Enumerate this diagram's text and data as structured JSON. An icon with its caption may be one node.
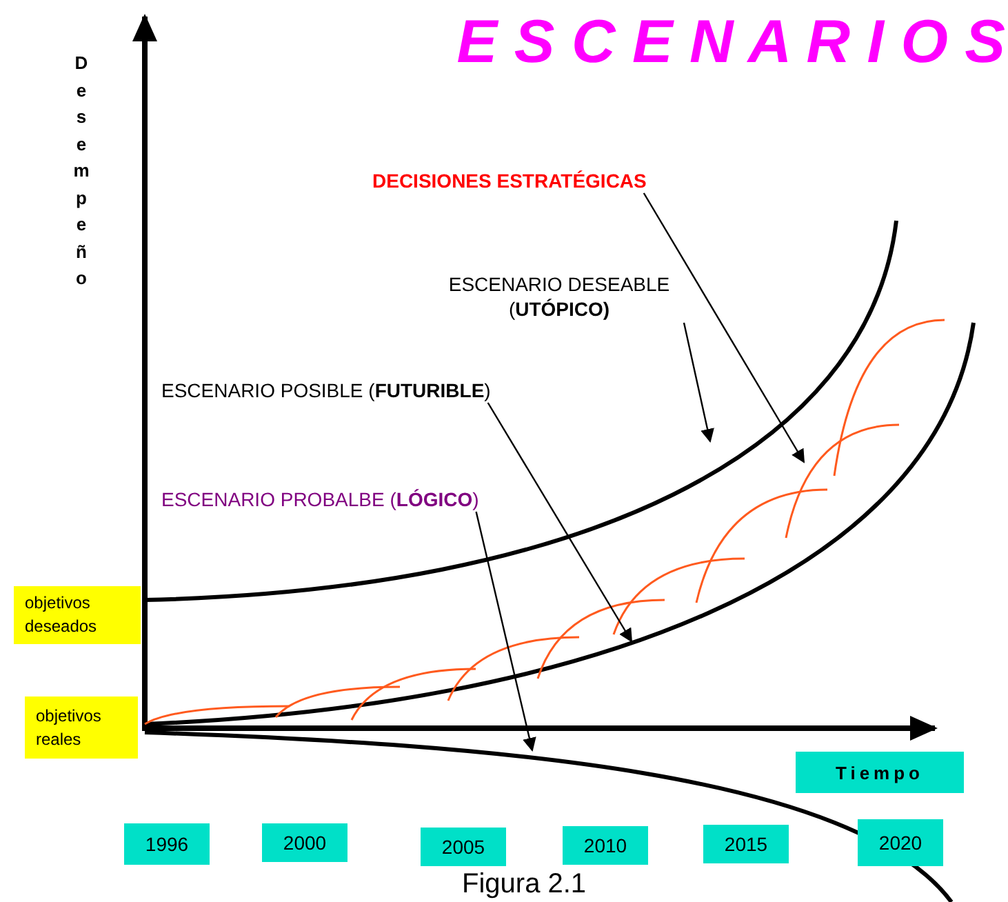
{
  "diagram": {
    "title": "E S C E N A R I O S",
    "caption": "Figura 2.1",
    "nodes": [
      {
        "text": [
          "DECISIONES ESTRATÉGICAS"
        ]
      },
      {
        "text": [
          "ESCENARIO DESEABLE (**UTÓPICO)**"
        ]
      },
      {
        "text": [
          "ESCENARIO POSIBLE (**FUTURIBLE**)"
        ]
      },
      {
        "text": [
          "ESCENARIO PROBALBE (**LÓGICO**)"
        ]
      },
      {
        "text": [
          "objetivos deseados"
        ]
      },
      {
        "text": [
          "objetivos reales"
        ]
      },
      {
        "text": [
          "Tiempo"
        ]
      },
      {
        "text": [
          "1996"
        ]
      },
      {
        "text": [
          "2000"
        ]
      },
      {
        "text": [
          "2005"
        ]
      },
      {
        "text": [
          "2010"
        ]
      },
      {
        "text": [
          "2015"
        ]
      },
      {
        "text": [
          "2020"
        ]
      }
    ],
    "edges": [
      {
        "from": 0,
        "to": null,
        "arrow": "to"
      },
      {
        "from": 1,
        "to": null,
        "arrow": "to"
      },
      {
        "from": 2,
        "to": null,
        "arrow": "to"
      },
      {
        "from": 3,
        "to": null,
        "arrow": "to"
      }
    ],
    "labels": [
      "Desempeño"
    ]
  }
}
